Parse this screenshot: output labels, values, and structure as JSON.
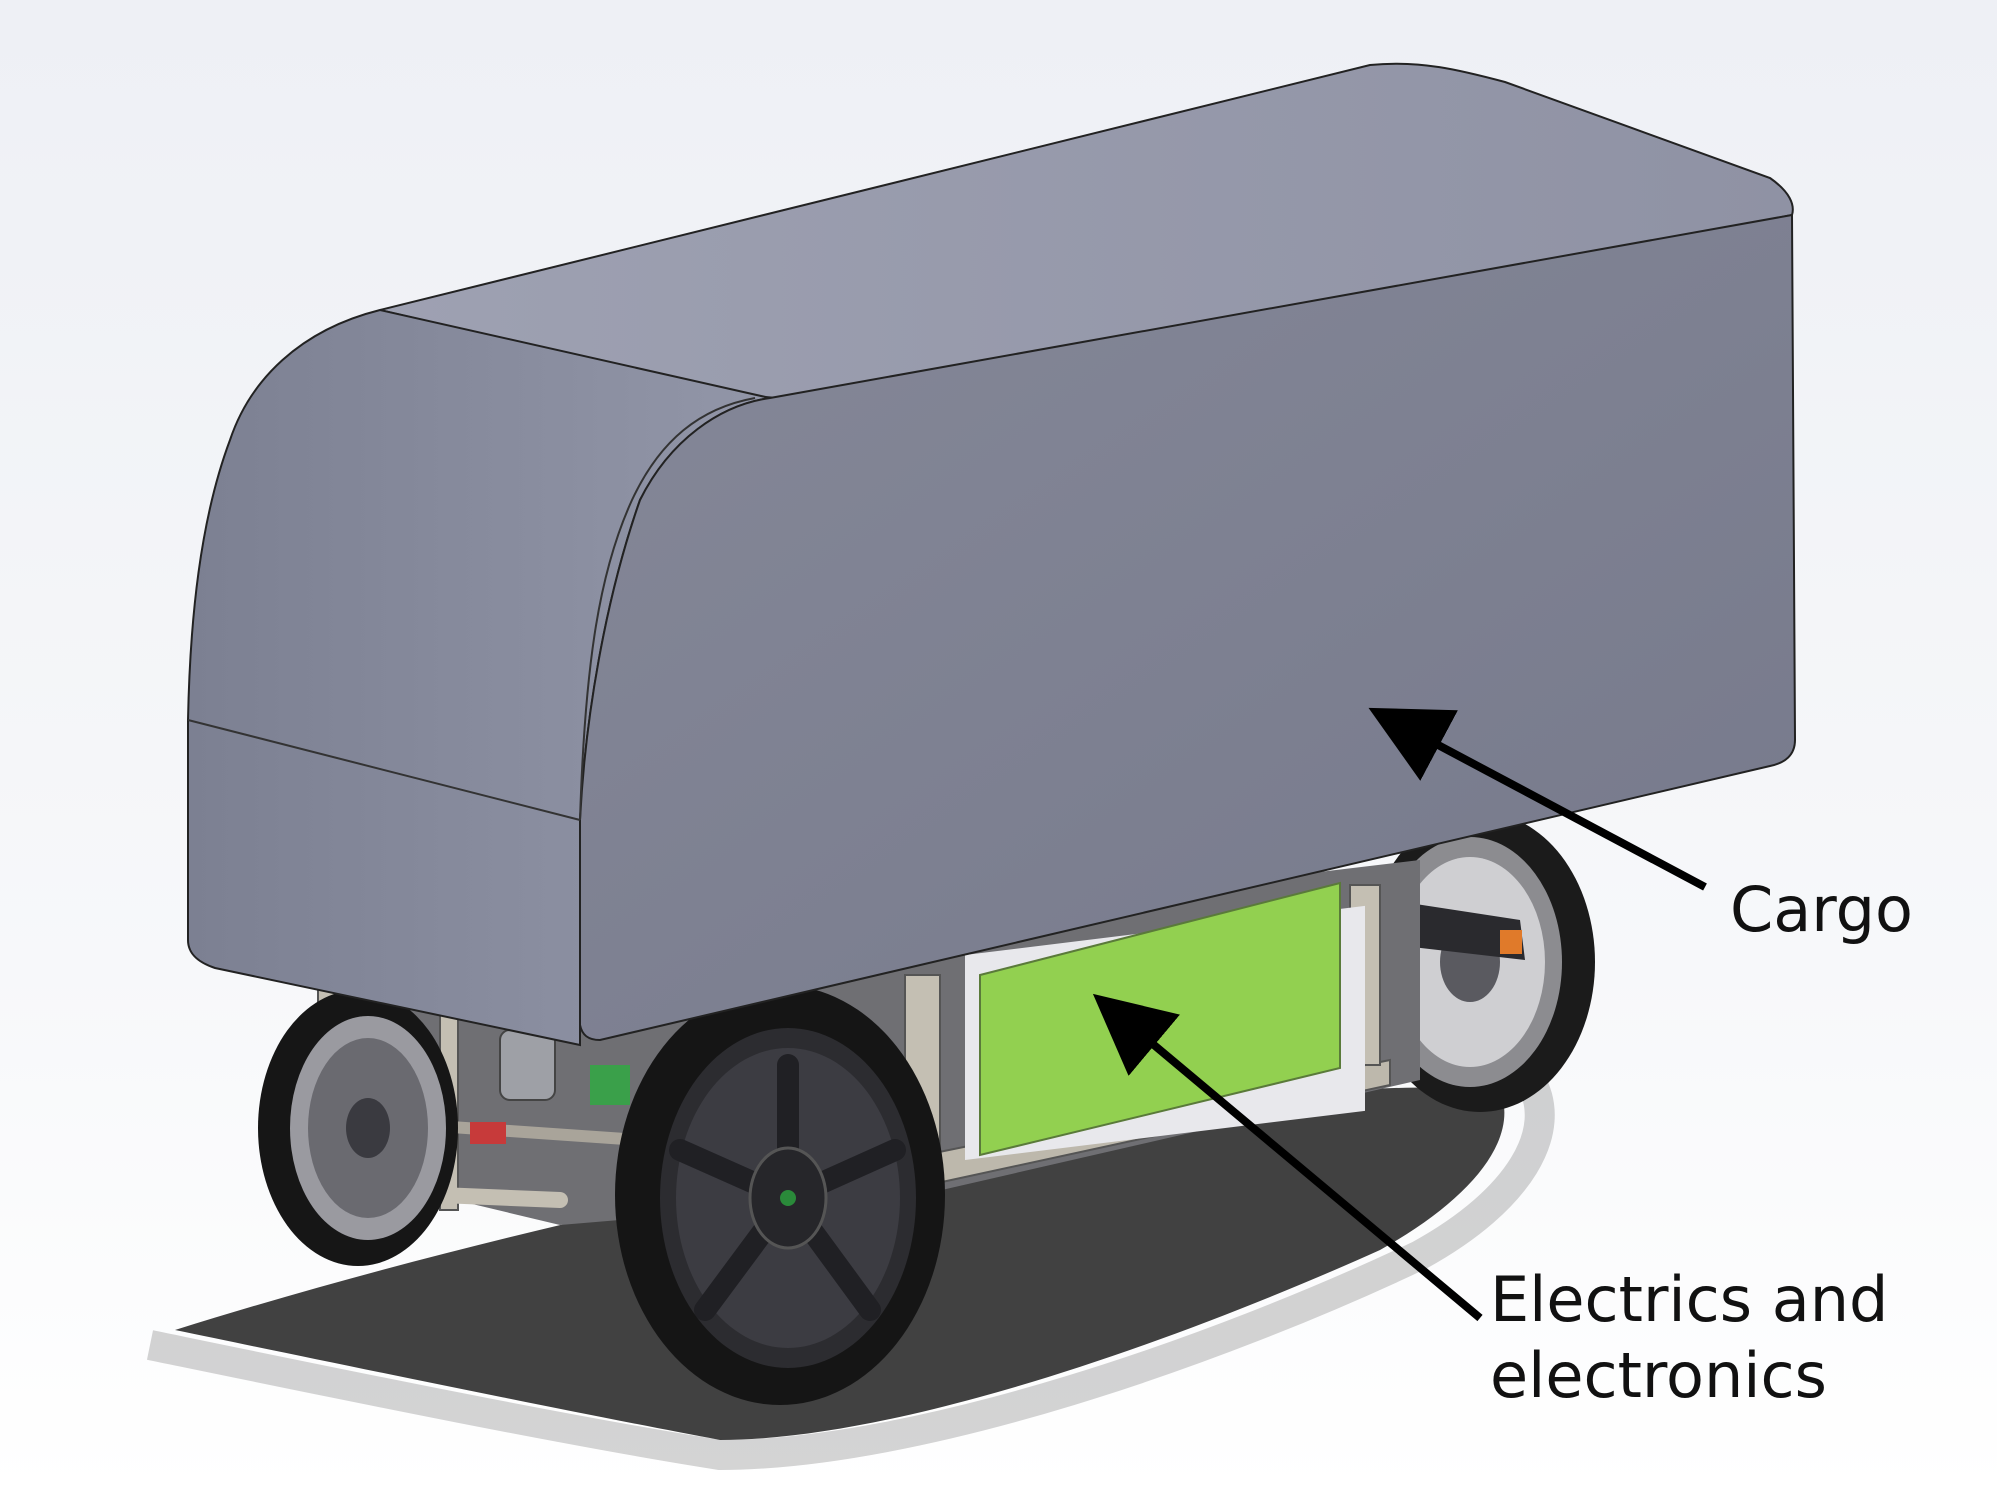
{
  "labels": {
    "cargo": "Cargo",
    "electrics_line1": "Electrics and",
    "electrics_line2": "electronics"
  },
  "colors": {
    "background_top": "#f4f5f8",
    "background_bottom": "#ffffff",
    "cargo_body": "#7e8193",
    "cargo_top": "#9699aa",
    "cargo_front": "#8a8da0",
    "electronics_panel": "#92d050",
    "frame": "#b9b4a8",
    "tire": "#1a1a1a",
    "rim": "#3a3a3e",
    "shadow": "#303030",
    "arrow": "#000000"
  }
}
